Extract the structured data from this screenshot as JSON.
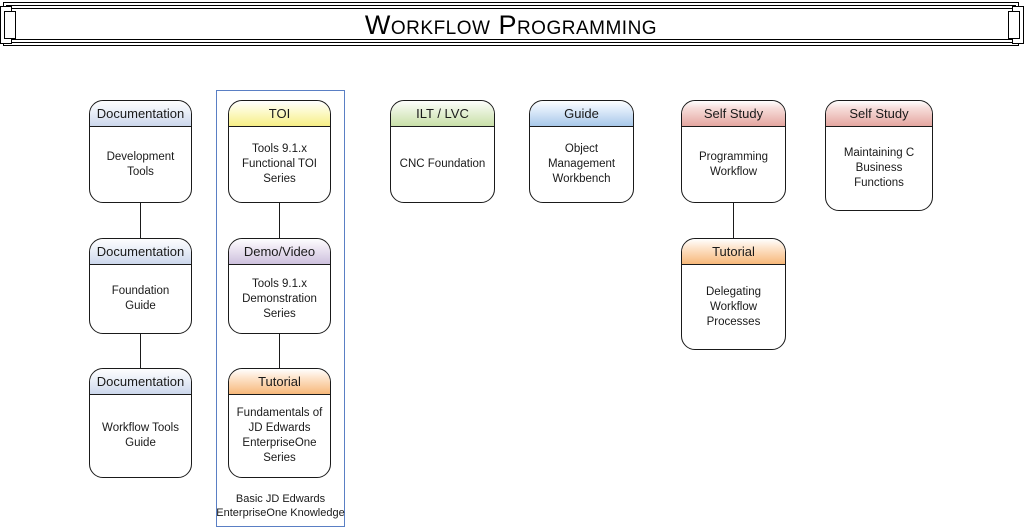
{
  "banner": {
    "title": "Workflow Programming"
  },
  "diagram": {
    "group": {
      "caption_line1": "Basic JD Edwards",
      "caption_line2": "EnterpriseOne Knowledge"
    },
    "columns": [
      {
        "id": "documentation-column",
        "cards": [
          {
            "id": "development-tools",
            "header": "Documentation",
            "theme": "documentation",
            "body": [
              "Development",
              "Tools"
            ]
          },
          {
            "id": "foundation-guide",
            "header": "Documentation",
            "theme": "documentation",
            "body": [
              "Foundation",
              "Guide"
            ]
          },
          {
            "id": "workflow-tools-guide",
            "header": "Documentation",
            "theme": "documentation",
            "body": [
              "Workflow Tools",
              "Guide"
            ]
          }
        ]
      },
      {
        "id": "toi-column",
        "cards": [
          {
            "id": "functional-toi-series",
            "header": "TOI",
            "theme": "toi",
            "body": [
              "Tools 9.1.x",
              "Functional TOI",
              "Series"
            ]
          },
          {
            "id": "demonstration-series",
            "header": "Demo/Video",
            "theme": "demo",
            "body": [
              "Tools 9.1.x",
              "Demonstration",
              "Series"
            ]
          },
          {
            "id": "fundamentals-series",
            "header": "Tutorial",
            "theme": "tutorial",
            "body": [
              "Fundamentals of",
              "JD Edwards",
              "EnterpriseOne",
              "Series"
            ]
          }
        ]
      },
      {
        "id": "ilt-column",
        "cards": [
          {
            "id": "cnc-foundation",
            "header": "ILT / LVC",
            "theme": "ilt",
            "body": [
              "CNC Foundation"
            ]
          }
        ]
      },
      {
        "id": "guide-column",
        "cards": [
          {
            "id": "object-management-workbench",
            "header": "Guide",
            "theme": "guide",
            "body": [
              "Object",
              "Management",
              "Workbench"
            ]
          }
        ]
      },
      {
        "id": "self-study-workflow-column",
        "cards": [
          {
            "id": "programming-workflow",
            "header": "Self Study",
            "theme": "selfstudy",
            "body": [
              "Programming",
              "Workflow"
            ]
          },
          {
            "id": "delegating-workflow-processes",
            "header": "Tutorial",
            "theme": "tutorial",
            "body": [
              "Delegating",
              "Workflow",
              "Processes"
            ]
          }
        ]
      },
      {
        "id": "self-study-bsfn-column",
        "cards": [
          {
            "id": "maintaining-c-business-functions",
            "header": "Self Study",
            "theme": "selfstudy",
            "body": [
              "Maintaining C",
              "Business",
              "Functions"
            ]
          }
        ]
      }
    ]
  },
  "colors": {
    "banner_border": "#000000",
    "card_border": "#1a1a1a",
    "group_border": "#5a7fc4",
    "documentation": "#ccd7ec",
    "toi": "#f7ef86",
    "demo": "#cdc0dd",
    "tutorial": "#f7b87a",
    "ilt": "#c9e0a8",
    "guide": "#a8c8ea",
    "self_study": "#e5a6a0"
  }
}
